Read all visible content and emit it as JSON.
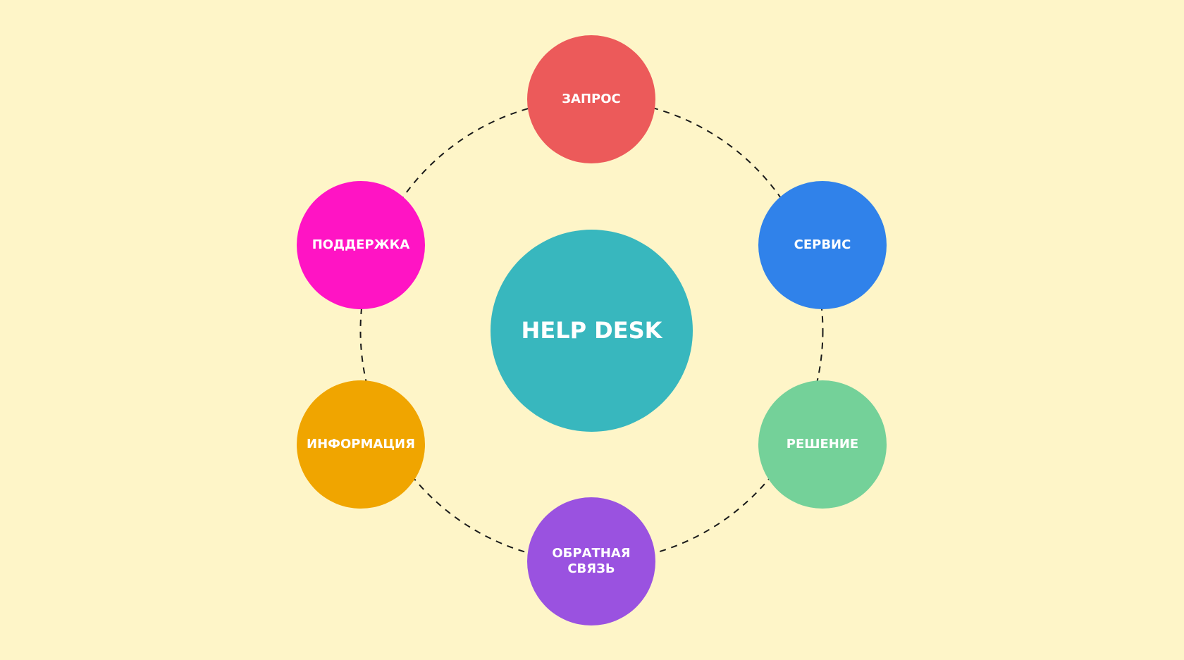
{
  "center": {
    "label": "HELP DESK",
    "color": "#38b7be"
  },
  "nodes": [
    {
      "id": "zapros",
      "label": "ЗАПРОС",
      "color": "#ec5a5a"
    },
    {
      "id": "servis",
      "label": "СЕРВИС",
      "color": "#3082ea"
    },
    {
      "id": "reshen",
      "label": "РЕШЕНИЕ",
      "color": "#74d199"
    },
    {
      "id": "obrat",
      "label": "ОБРАТНАЯ\nСВЯЗЬ",
      "color": "#9a52e0"
    },
    {
      "id": "inform",
      "label": "ИНФОРМАЦИЯ",
      "color": "#f0a500"
    },
    {
      "id": "podder",
      "label": "ПОДДЕРЖКА",
      "color": "#ff14c4"
    }
  ],
  "connector": {
    "style": "dashed",
    "color": "#1a1a1a"
  }
}
